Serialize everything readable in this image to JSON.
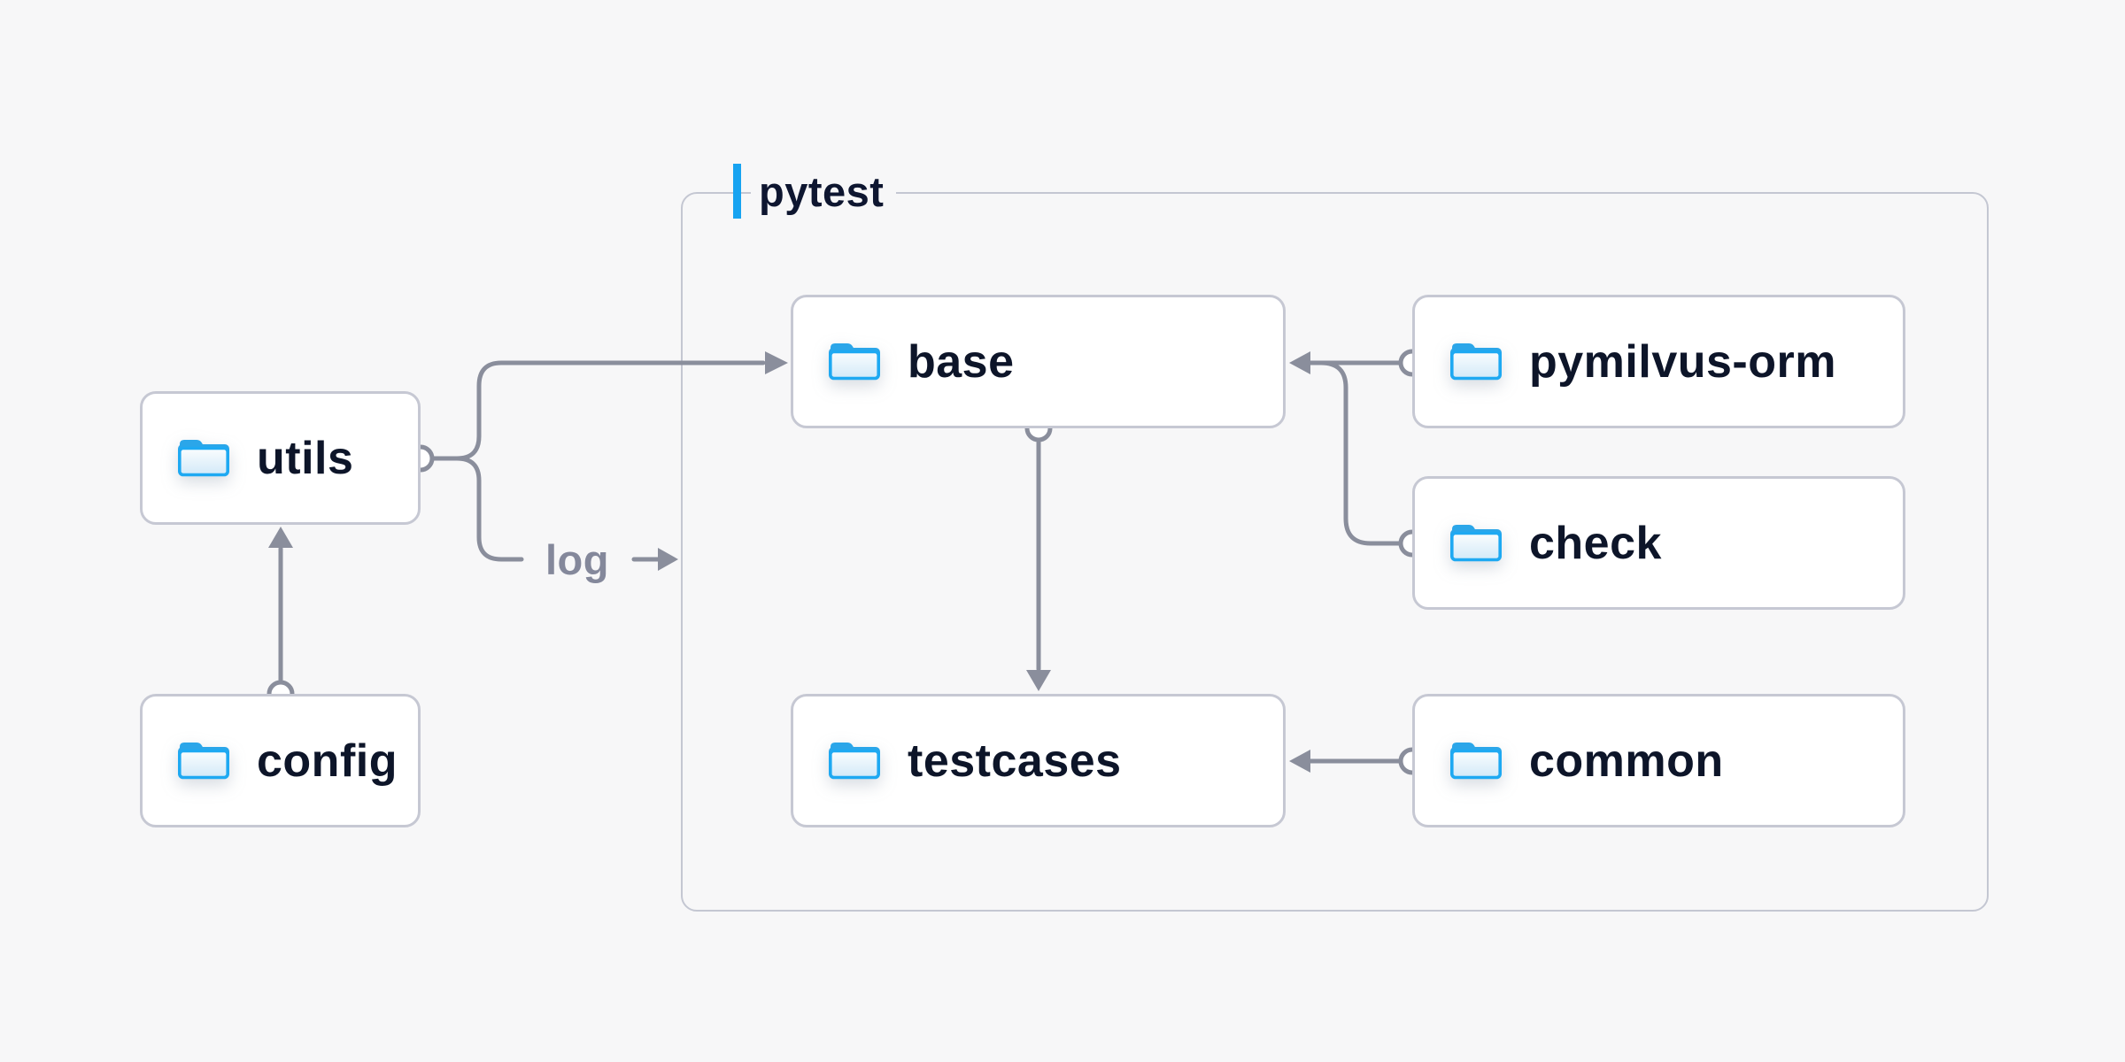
{
  "diagram": {
    "container": {
      "label": "pytest"
    },
    "nodes": {
      "utils": {
        "label": "utils",
        "icon": "folder-icon"
      },
      "config": {
        "label": "config",
        "icon": "folder-icon"
      },
      "base": {
        "label": "base",
        "icon": "folder-icon"
      },
      "pymilvus_orm": {
        "label": "pymilvus-orm",
        "icon": "folder-icon"
      },
      "check": {
        "label": "check",
        "icon": "folder-icon"
      },
      "testcases": {
        "label": "testcases",
        "icon": "folder-icon"
      },
      "common": {
        "label": "common",
        "icon": "folder-icon"
      }
    },
    "edges": [
      {
        "from": "config",
        "to": "utils",
        "label": ""
      },
      {
        "from": "utils",
        "to": "base",
        "label": ""
      },
      {
        "from": "utils",
        "to": "pytest",
        "label": "log"
      },
      {
        "from": "base",
        "to": "testcases",
        "label": ""
      },
      {
        "from": "pymilvus-orm",
        "to": "base",
        "label": ""
      },
      {
        "from": "check",
        "to": "base",
        "label": ""
      },
      {
        "from": "common",
        "to": "testcases",
        "label": ""
      }
    ],
    "colors": {
      "background": "#f7f7f8",
      "node_background": "#ffffff",
      "node_border": "#c6c8d3",
      "container_border": "#c4c7d2",
      "edge": "#8a8e9c",
      "text": "#0d1529",
      "edge_label_text": "#84889b",
      "accent_blue": "#17a3f1",
      "folder_blue": "#1ea9f2",
      "folder_tab_blue": "#2ba6e9"
    }
  }
}
